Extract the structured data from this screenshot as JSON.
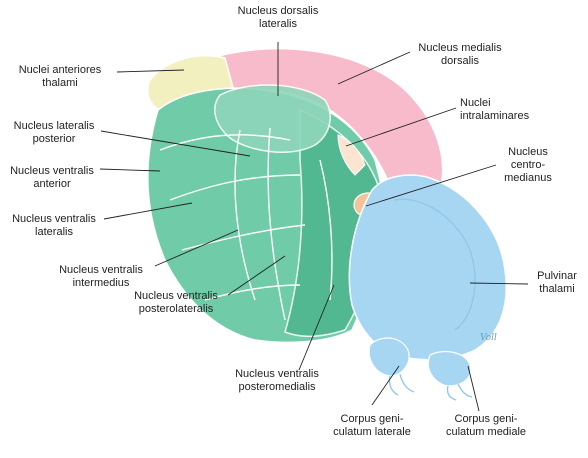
{
  "labels": {
    "nucleus_dorsalis_lateralis": "Nucleus dorsalis\nlateralis",
    "nucleus_medialis_dorsalis": "Nucleus medialis\ndorsalis",
    "nuclei_anteriores_thalami": "Nuclei anteriores\nthalami",
    "nuclei_intralaminares": "Nuclei\nintralaminares",
    "nucleus_lateralis_posterior": "Nucleus lateralis\nposterior",
    "nucleus_centromedianus": "Nucleus\ncentro-\nmedianus",
    "nucleus_ventralis_anterior": "Nucleus ventralis\nanterior",
    "nucleus_ventralis_lateralis": "Nucleus ventralis\nlateralis",
    "nucleus_ventralis_intermedius": "Nucleus ventralis\nintermedius",
    "pulvinar_thalami": "Pulvinar\nthalami",
    "nucleus_ventralis_posterolateralis": "Nucleus ventralis\nposterolateralis",
    "nucleus_ventralis_posteromedialis": "Nucleus ventralis\nposteromedialis",
    "corpus_geniculatum_laterale": "Corpus geni-\nculatum laterale",
    "corpus_geniculatum_mediale": "Corpus geni-\nculatum mediale",
    "signature": "Voll"
  },
  "colors": {
    "anterior_yellow": "#F3F0BF",
    "medial_pink": "#F7BBCB",
    "ventral_green": "#6FCBA8",
    "ventral_green_dark": "#4DB58E",
    "pulvinar_blue": "#A6D6F2",
    "centromedian_orange": "#F3C39A",
    "outline_white": "#FFFFFF",
    "leader_line": "#222222"
  }
}
